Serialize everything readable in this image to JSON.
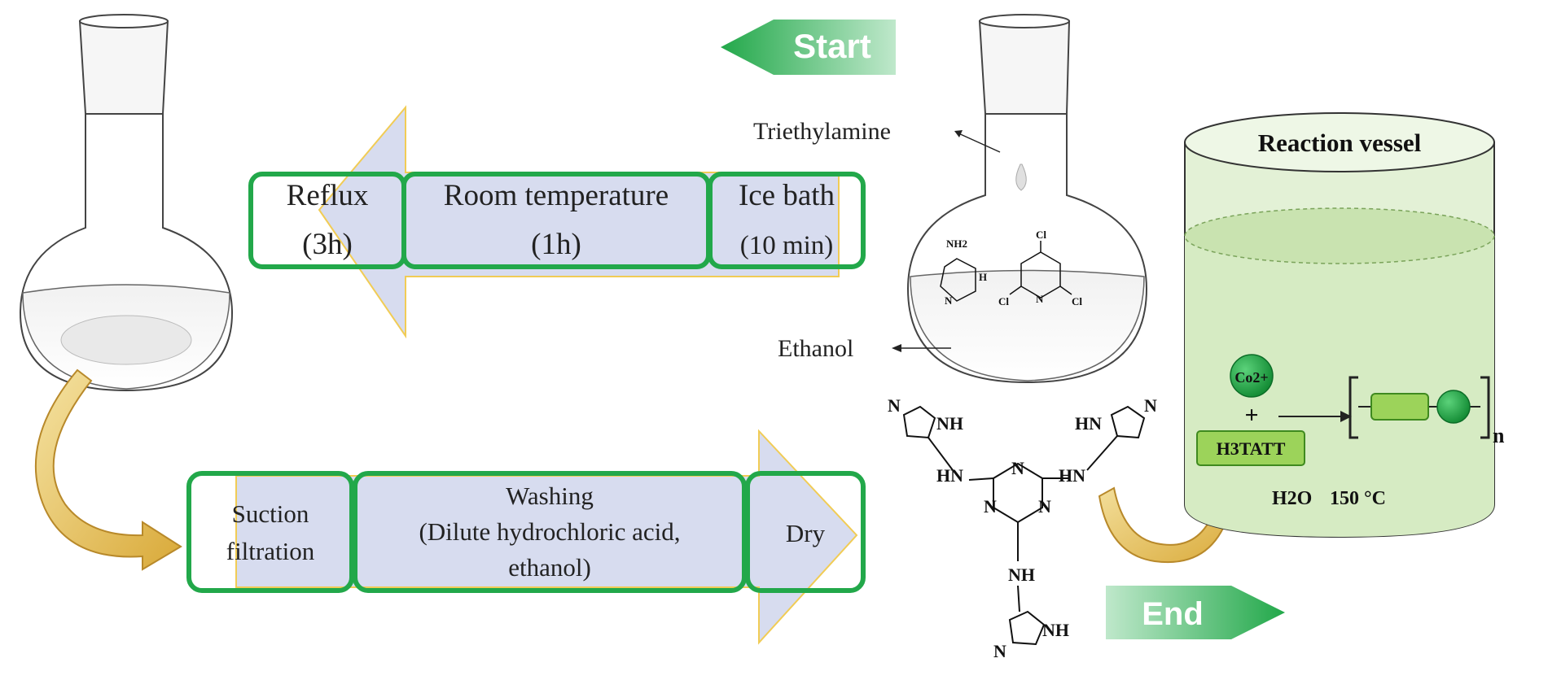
{
  "start_label": "Start",
  "end_label": "End",
  "top_steps": [
    {
      "line1": "Reflux",
      "line2": "(3h)"
    },
    {
      "line1": "Room temperature",
      "line2": "(1h)"
    },
    {
      "line1": "Ice bath",
      "line2": "(10 min)"
    }
  ],
  "bottom_steps": [
    {
      "line1": "Suction",
      "line2": "filtration",
      "line3": ""
    },
    {
      "line1": "Washing",
      "line2": "(Dilute hydrochloric acid,",
      "line3": "ethanol)"
    },
    {
      "line1": "Dry",
      "line2": "",
      "line3": ""
    }
  ],
  "flask_labels": {
    "top": "Triethylamine",
    "bottom": "Ethanol"
  },
  "reagents": {
    "aminotetrazole": {
      "nh2": "NH2",
      "nh": "H",
      "n_atoms": "N"
    },
    "cyanuric_chloride": {
      "cl": "Cl",
      "n": "N"
    }
  },
  "ligand_atoms": {
    "nh": "NH",
    "hn": "HN",
    "n": "N",
    "h": "H"
  },
  "vessel": {
    "title": "Reaction vessel",
    "metal_ion": "Co2+",
    "plus": "+",
    "ligand_box": "H3TATT",
    "conditions_solvent": "H2O",
    "conditions_temp": "150 °C",
    "polymer_subscript": "n"
  },
  "colors": {
    "step_border": "#22a84a",
    "arrow_fill": "#d7dcef",
    "arrow_edge": "#f1cc55",
    "start_end_green": "#35b864",
    "vessel_fill": "#e3f1d6",
    "vessel_liquid": "#c9e3b0",
    "curved_arrow": "#e9c56a",
    "metal_green": "#1e9e3f",
    "ligand_green": "#93cf4f"
  }
}
